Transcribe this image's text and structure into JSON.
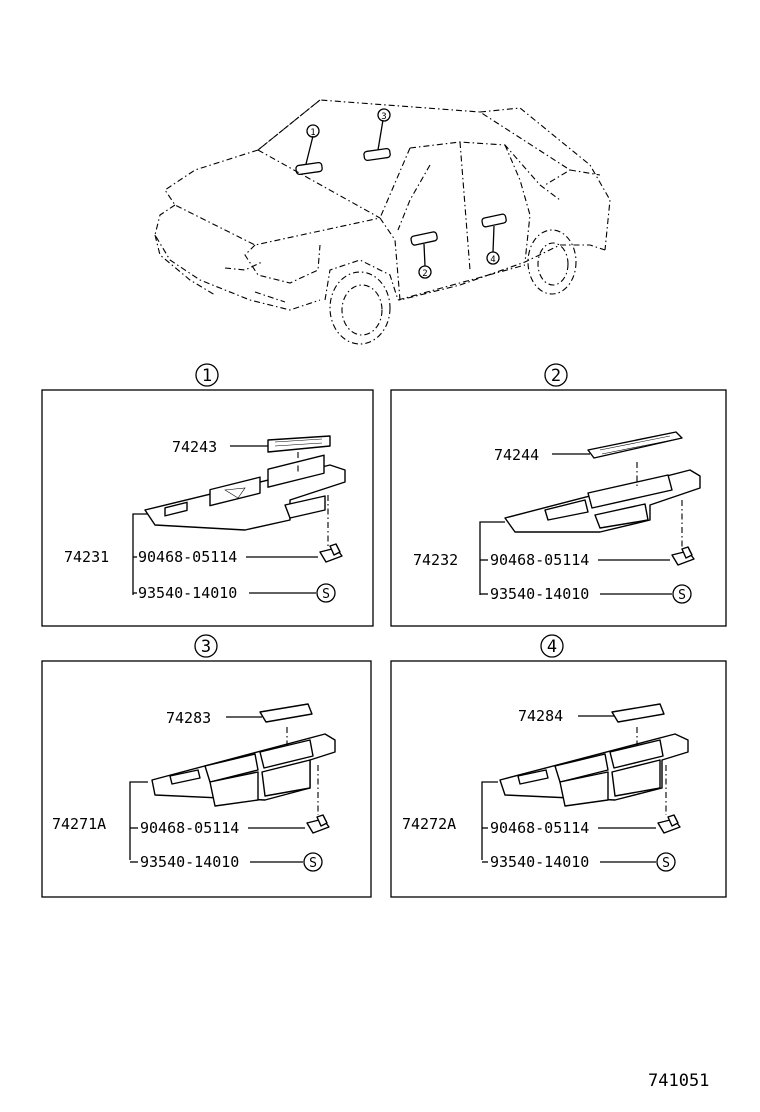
{
  "car": {
    "callouts": [
      "1",
      "2",
      "3",
      "4"
    ]
  },
  "panels": [
    {
      "index": "1",
      "cover_part": "74243",
      "base_part": "74231",
      "screw_part": "90468-05114",
      "clip_part": "93540-14010",
      "clip_symbol": "S"
    },
    {
      "index": "2",
      "cover_part": "74244",
      "base_part": "74232",
      "screw_part": "90468-05114",
      "clip_part": "93540-14010",
      "clip_symbol": "S"
    },
    {
      "index": "3",
      "cover_part": "74283",
      "base_part": "74271A",
      "screw_part": "90468-05114",
      "clip_part": "93540-14010",
      "clip_symbol": "S"
    },
    {
      "index": "4",
      "cover_part": "74284",
      "base_part": "74272A",
      "screw_part": "90468-05114",
      "clip_part": "93540-14010",
      "clip_symbol": "S"
    }
  ],
  "diagram_code": "741051"
}
